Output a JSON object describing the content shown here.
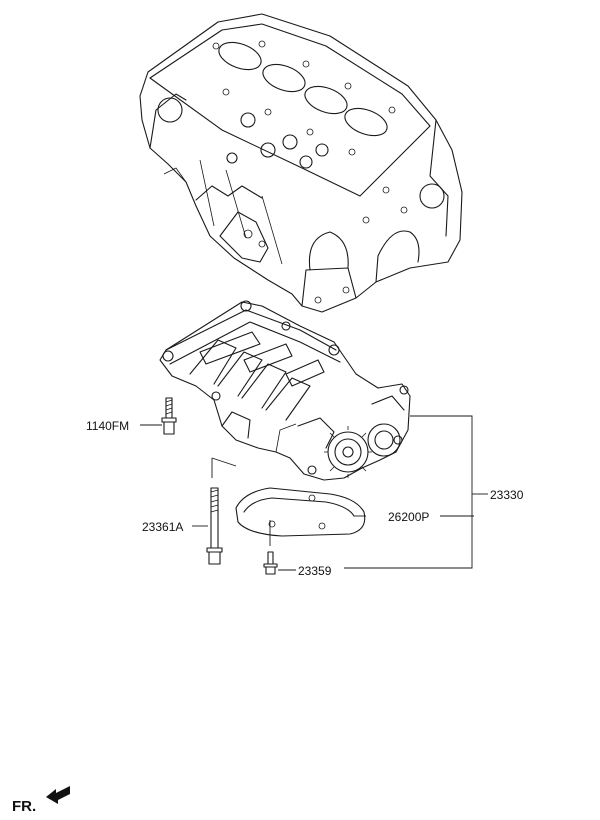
{
  "labels": {
    "part_1140fm": "1140FM",
    "part_23361a": "23361A",
    "part_23359": "23359",
    "part_26200p": "26200P",
    "part_23330": "23330"
  },
  "orientation": {
    "fr_text": "FR."
  }
}
